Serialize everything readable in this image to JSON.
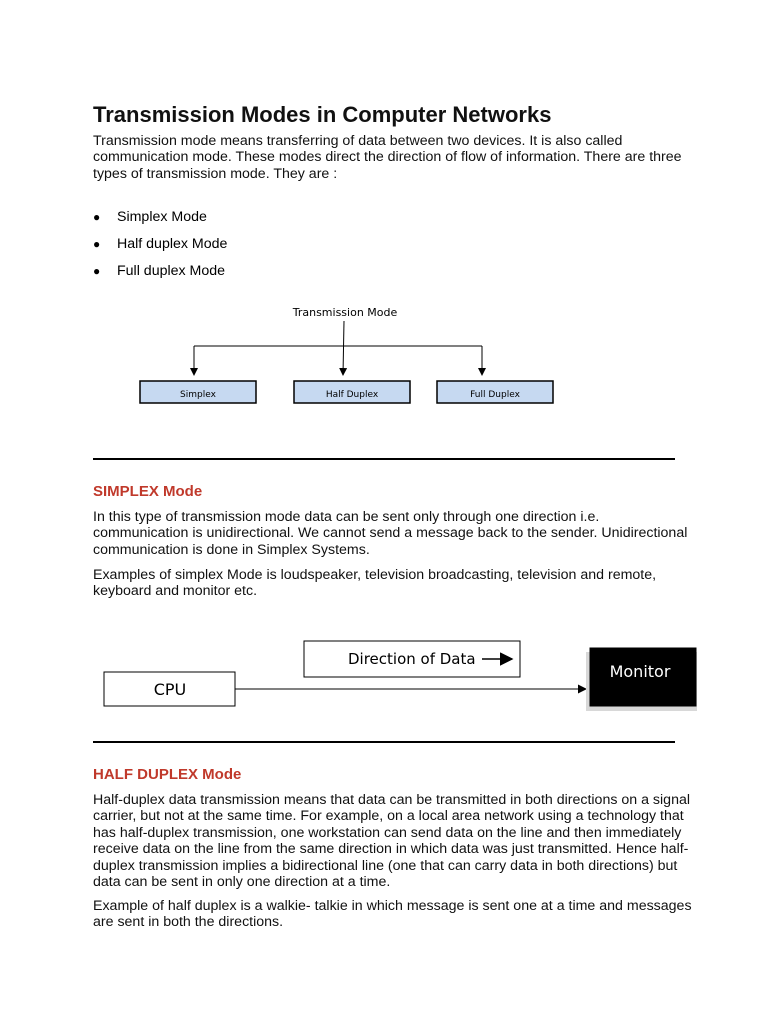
{
  "title": "Transmission Modes in Computer Networks",
  "intro": "Transmission mode means transferring of data between two devices. It is also called communication mode. These modes direct the direction of flow of information. There are three types of transmission mode. They are :",
  "bullets": [
    "Simplex Mode",
    "Half duplex Mode",
    "Full duplex Mode"
  ],
  "diagram_modes": {
    "root": "Transmission Mode",
    "children": [
      "Simplex",
      "Half Duplex",
      "Full Duplex"
    ]
  },
  "simplex": {
    "heading": "SIMPLEX Mode",
    "para1": "In this type of transmission mode data can be sent only through one direction i.e. communication is unidirectional. We cannot send a message back to the sender. Unidirectional communication is done in Simplex Systems.",
    "para2": "Examples of simplex Mode is loudspeaker, television broadcasting, television and remote, keyboard and monitor etc.",
    "diagram": {
      "source": "CPU",
      "direction_label": "Direction of Data",
      "target": "Monitor"
    }
  },
  "half_duplex": {
    "heading": "HALF DUPLEX Mode",
    "para1": "Half-duplex data transmission means that data can be transmitted in both directions on a signal carrier, but not at the same time. For example, on a local area network using a technology that has half-duplex transmission, one workstation can send data on the line and then immediately receive data on the line from the same direction in which data was just transmitted. Hence half-duplex transmission implies a bidirectional line (one that can carry data in both directions) but data can be sent in only one direction at a time.",
    "para2": "Example of half duplex is a walkie- talkie in which message is sent one at a time and messages are sent in both the directions."
  },
  "colors": {
    "heading_accent": "#c0392b",
    "mode_box_fill": "#c6d9f1",
    "monitor_box_fill": "#000000"
  }
}
